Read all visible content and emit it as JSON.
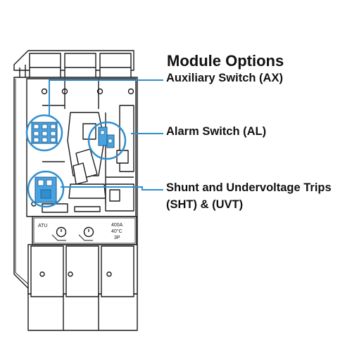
{
  "title": "Module Options",
  "callouts": {
    "auxiliary_switch": "Auxiliary Switch (AX)",
    "alarm_switch": "Alarm Switch (AL)",
    "shunt_line1": "Shunt and Undervoltage Trips",
    "shunt_line2": "(SHT) & (UVT)"
  },
  "breaker_labels": {
    "trip_unit": "ATU",
    "rating": "400A",
    "temperature": "40°C",
    "poles": "3P"
  },
  "colors": {
    "highlight_blue": "#2f8fd0",
    "module_blue": "#4aa3e0",
    "line_dark": "#1a1a1a",
    "text": "#111111"
  }
}
